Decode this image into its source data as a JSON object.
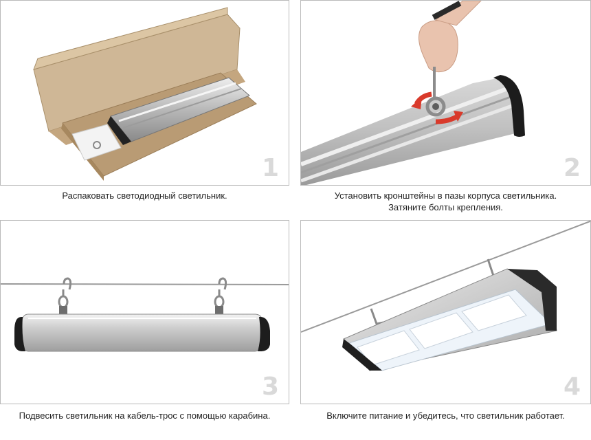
{
  "steps": [
    {
      "number": "1",
      "caption": [
        "Распаковать светодиодный светильник."
      ]
    },
    {
      "number": "2",
      "caption": [
        "Установить кронштейны в пазы корпуса светильника.",
        "Затяните болты крепления."
      ]
    },
    {
      "number": "3",
      "caption": [
        "Подвесить светильник на кабель-трос с помощью карабина."
      ]
    },
    {
      "number": "4",
      "caption": [
        "Включите питание и убедитесь, что светильник работает."
      ]
    }
  ]
}
